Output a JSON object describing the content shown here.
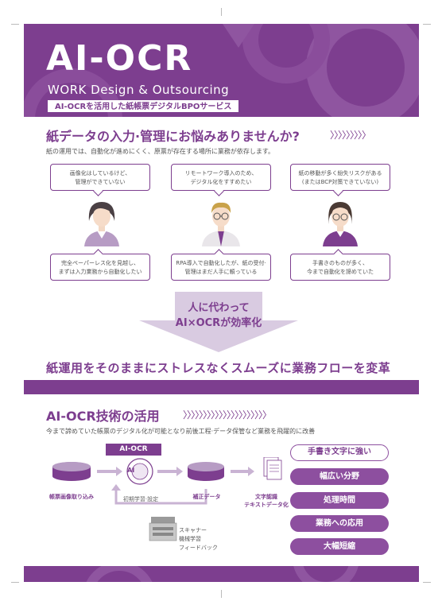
{
  "header": {
    "logo": "AI-OCR",
    "tagline": "WORK Design & Outsourcing",
    "subbanner": "AI-OCRを活用した紙帳票デジタルBPOサービス"
  },
  "section1": {
    "title": "紙データの入力·管理にお悩みありませんか?",
    "chevrons": "〉〉〉〉〉〉〉〉〉",
    "intro": "紙の運用では、自動化が進めにくく、原票が存在する場所に業務が依存します。"
  },
  "concerns_top": [
    {
      "line1": "画像化はしているけど、",
      "line2": "管理ができていない"
    },
    {
      "line1": "リモートワーク導入のため、",
      "line2": "デジタル化をすすめたい"
    },
    {
      "line1": "紙の移動が多く紛失リスクがある",
      "line2": "(またはBCP対策できていない)"
    }
  ],
  "concerns_bottom": [
    {
      "line1": "完全ペーパーレス化を見越し、",
      "line2": "まずは入力業務から自動化したい"
    },
    {
      "line1": "RPA導入で自動化したが、紙の受付·",
      "line2": "管理はまだ人手に頼っている"
    },
    {
      "line1": "手書きのものが多く、",
      "line2": "今まで自動化を諦めていた"
    }
  ],
  "arrow": {
    "line1": "人に代わって",
    "line2": "AI×OCRが効率化"
  },
  "statement": "紙運用をそのままにストレスなくスムーズに業務フローを変革",
  "section2": {
    "title": "AI-OCR技術の活用",
    "chevrons": "〉〉〉〉〉〉〉〉〉〉〉〉〉〉〉〉〉〉〉〉〉",
    "intro": "今まで諦めていた帳票のデジタル化が可能となり前後工程·データ保管など業務を飛躍的に改善"
  },
  "flow": {
    "ai_tag": "AI-OCR",
    "ai_badge": "AI",
    "step1": "帳票画像取り込み",
    "step2": "初期学習·設定",
    "step3": "補正データ",
    "step4_line1": "文字認識",
    "step4_line2": "テキストデータ化",
    "scanner_line1": "スキャナー",
    "scanner_line2": "機械学習",
    "scanner_line3": "フィードバック"
  },
  "features": [
    "手書き文字に強い",
    "幅広い分野",
    "処理時間",
    "業務への応用",
    "大幅短縮"
  ],
  "colors": {
    "brand": "#7d3e8f",
    "brand_light": "#b79cc4",
    "pill": "#8d4f9f"
  }
}
